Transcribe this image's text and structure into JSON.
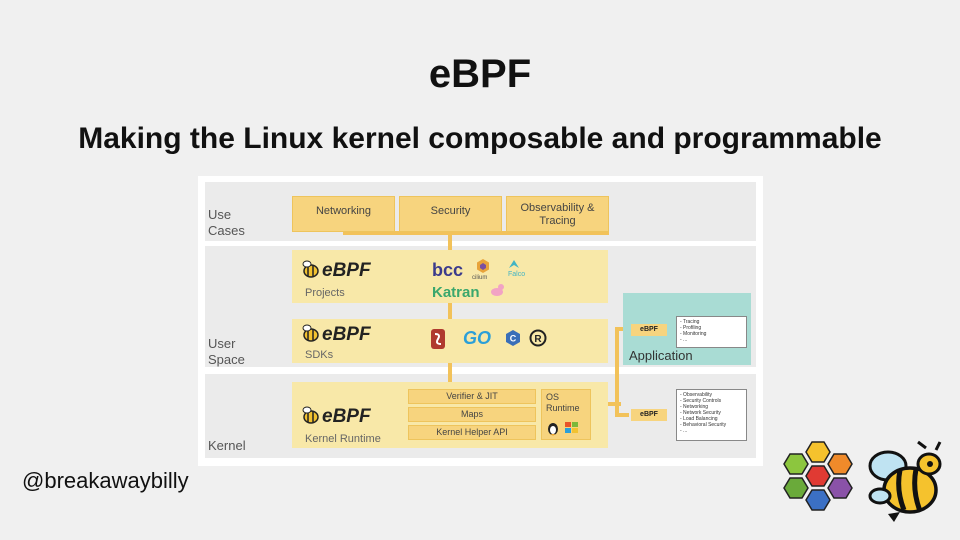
{
  "slide": {
    "title": "eBPF",
    "subtitle": "Making the Linux kernel composable and programmable",
    "handle": "@breakawaybilly"
  },
  "diagram": {
    "bands": {
      "use_cases": "Use\nCases",
      "user_space": "User\nSpace",
      "kernel": "Kernel"
    },
    "use_cases": [
      "Networking",
      "Security",
      "Observability &\nTracing"
    ],
    "ebpf_label": "eBPF",
    "projects_label": "Projects",
    "sdks_label": "SDKs",
    "runtime_label": "Kernel Runtime",
    "project_logos": [
      "bcc",
      "cilium",
      "Falco",
      "Katran"
    ],
    "sdk_logos": [
      "GO"
    ],
    "kernel_boxes": [
      "Verifier & JIT",
      "Maps",
      "Kernel Helper API"
    ],
    "os_runtime": "OS\nRuntime",
    "application": "Application",
    "app_items": [
      "- Tracing",
      "- Profiling",
      "- Monitoring",
      "- ..."
    ],
    "kernel_items": [
      "- Observability",
      "- Security Controls",
      "- Networking",
      "- Network Security",
      "- Load Balancing",
      "- Behavioral Security",
      "- ..."
    ]
  },
  "colors": {
    "background": "#f0f0f0",
    "band": "#ebebeb",
    "yellow_panel": "#f8e8a8",
    "yellow_box": "#f7d47e",
    "connector": "#f2c25a",
    "application_panel": "#a9dcd4"
  }
}
